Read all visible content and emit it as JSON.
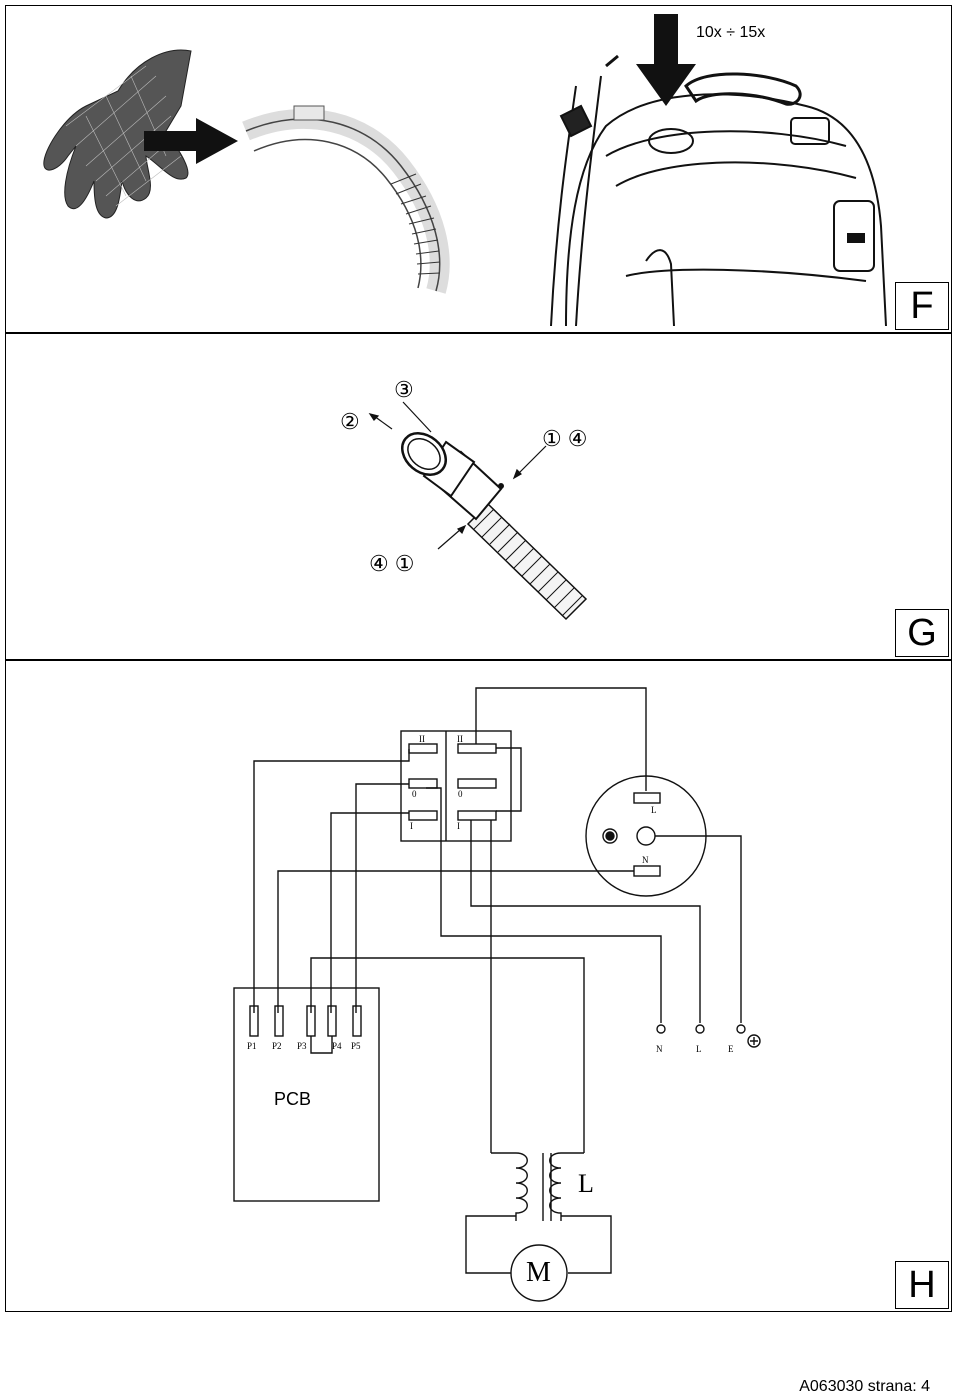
{
  "panels": {
    "f": {
      "letter": "F",
      "repeat_label": "10x ÷ 15x"
    },
    "g": {
      "letter": "G",
      "callouts": [
        "②",
        "③",
        "①④",
        "④①"
      ]
    },
    "h": {
      "letter": "H",
      "pcb_label": "PCB",
      "pcb_pins": [
        "P1",
        "P2",
        "P3",
        "P4",
        "P5"
      ],
      "switch_labels": [
        "II",
        "II",
        "0",
        "0",
        "I",
        "I"
      ],
      "socket_labels": [
        "L",
        "N"
      ],
      "terminal_labels": [
        "N",
        "L",
        "E"
      ],
      "coil_label": "L",
      "motor_label": "M"
    }
  },
  "footer": {
    "text": "A063030 strana: 4"
  }
}
